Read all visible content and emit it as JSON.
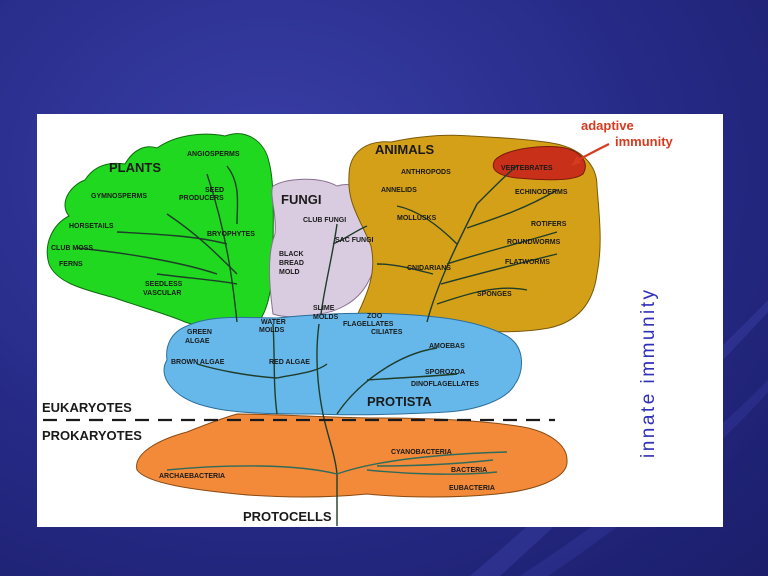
{
  "labels": {
    "adaptive": "adaptive",
    "immunity": "immunity",
    "innate": "innate immunity",
    "plants": "PLANTS",
    "fungi": "FUNGI",
    "animals": "ANIMALS",
    "protista": "PROTISTA",
    "eukaryotes": "EUKARYOTES",
    "prokaryotes": "PROKARYOTES",
    "protocells": "PROTOCELLS"
  },
  "plants": {
    "angiosperms": "ANGIOSPERMS",
    "gymnosperms": "GYMNOSPERMS",
    "seed": "SEED",
    "producers": "PRODUCERS",
    "horsetails": "HORSETAILS",
    "bryophytes": "BRYOPHYTES",
    "club_moss": "CLUB MOSS",
    "ferns": "FERNS",
    "seedless": "SEEDLESS",
    "vascular": "VASCULAR"
  },
  "fungi": {
    "club_fungi": "CLUB FUNGI",
    "sac_fungi": "SAC FUNGI",
    "black": "BLACK",
    "bread": "BREAD",
    "mold": "MOLD"
  },
  "animals": {
    "anthropods": "ANTHROPODS",
    "vertebrates": "VERTEBRATES",
    "annelids": "ANNELIDS",
    "echinoderms": "ECHINODERMS",
    "mollusks": "MOLLUSKS",
    "rotifers": "ROTIFERS",
    "roundworms": "ROUNDWORMS",
    "cnidarians": "CNIDARIANS",
    "flatworms": "FLATWORMS",
    "sponges": "SPONGES"
  },
  "protista": {
    "slime": "SLIME",
    "molds": "MOLDS",
    "zoo": "ZOO",
    "flagellates": "FLAGELLATES",
    "ciliates": "CILIATES",
    "water": "WATER",
    "molds2": "MOLDS",
    "green": "GREEN",
    "algae": "ALGAE",
    "brown_algae": "BROWN ALGAE",
    "red_algae": "RED ALGAE",
    "amoebas": "AMOEBAS",
    "sporozoa": "SPOROZOA",
    "dinoflagellates": "DINOFLAGELLATES"
  },
  "prokaryotes": {
    "cyanobacteria": "CYANOBACTERIA",
    "bacteria": "BACTERIA",
    "archaebacteria": "ARCHAEBACTERIA",
    "eubacteria": "EUBACTERIA"
  },
  "colors": {
    "background": "#262a86",
    "plants": "#1fd81f",
    "fungi": "#d9cce0",
    "animals": "#d4a017",
    "vertebrates": "#c8301a",
    "protista": "#66b8ea",
    "prokaryotes": "#f28a3a",
    "adaptive_text": "#d63a1f",
    "innate_text": "#2f2fb8"
  }
}
